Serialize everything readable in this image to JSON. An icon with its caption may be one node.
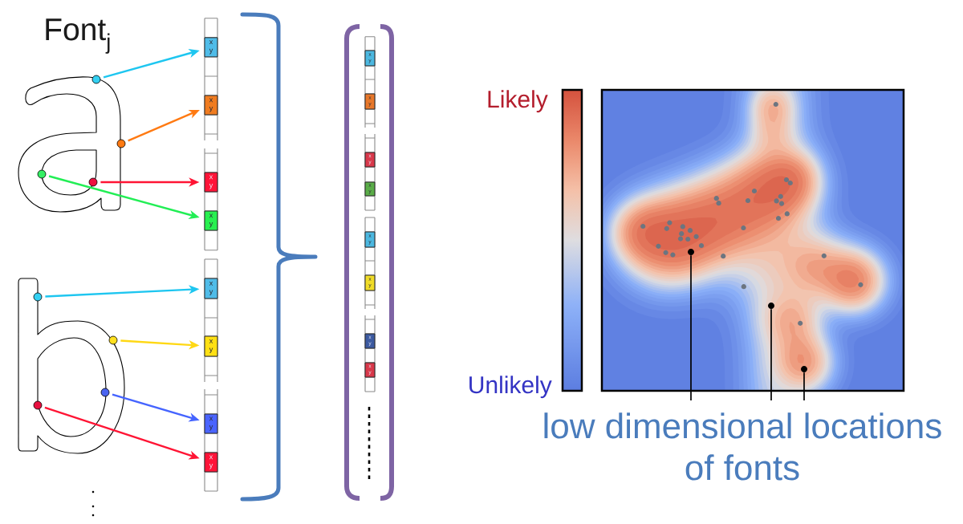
{
  "diagram": {
    "nodes": [
      {
        "text": [],
        "shape": "circle"
      },
      {
        "text": [],
        "shape": "circle"
      },
      {
        "text": [],
        "shape": "circle"
      },
      {
        "text": [],
        "shape": "circle"
      },
      {
        "text": [
          "x",
          "y"
        ]
      },
      {
        "text": [
          "x",
          "y"
        ]
      },
      {
        "text": [
          "x",
          "y"
        ]
      },
      {
        "text": [
          "x",
          "y"
        ]
      },
      {
        "text": [],
        "shape": "circle"
      },
      {
        "text": [],
        "shape": "circle"
      },
      {
        "text": [],
        "shape": "circle"
      },
      {
        "text": [],
        "shape": "circle"
      },
      {
        "text": [
          "x",
          "y"
        ]
      },
      {
        "text": [
          "x",
          "y"
        ]
      },
      {
        "text": [
          "x",
          "y"
        ]
      },
      {
        "text": [
          "x",
          "y"
        ]
      },
      {
        "text": [
          "x",
          "y"
        ]
      },
      {
        "text": [
          "x",
          "y"
        ]
      },
      {
        "text": [
          "x",
          "y"
        ]
      },
      {
        "text": [
          "x",
          "y"
        ]
      },
      {
        "text": [
          "x",
          "y"
        ]
      },
      {
        "text": [
          "x",
          "y"
        ]
      },
      {
        "text": [
          "x",
          "y"
        ]
      },
      {
        "text": [
          "x",
          "y"
        ]
      },
      {
        "text": [],
        "shape": "circle"
      },
      {
        "text": [],
        "shape": "circle"
      },
      {
        "text": [],
        "shape": "circle"
      },
      {
        "text": [
          "low dimensional locations of fonts"
        ]
      }
    ],
    "edges": [
      {
        "from": 0,
        "to": 4,
        "arrow": "to",
        "color": "#1ec6f0"
      },
      {
        "from": 1,
        "to": 5,
        "arrow": "to",
        "color": "#ff7a12"
      },
      {
        "from": 3,
        "to": 6,
        "arrow": "to",
        "color": "#ff1434"
      },
      {
        "from": 2,
        "to": 7,
        "arrow": "to",
        "color": "#22ee55"
      },
      {
        "from": 8,
        "to": 12,
        "arrow": "to",
        "color": "#1ec6f0"
      },
      {
        "from": 9,
        "to": 13,
        "arrow": "to",
        "color": "#ffd814"
      },
      {
        "from": 10,
        "to": 14,
        "arrow": "to",
        "color": "#4564ff"
      },
      {
        "from": 11,
        "to": 15,
        "arrow": "to",
        "color": "#ff1434"
      },
      {
        "from": 27,
        "to": 24,
        "arrow": "none",
        "color": "#000000"
      },
      {
        "from": 27,
        "to": 25,
        "arrow": "none",
        "color": "#000000"
      },
      {
        "from": 27,
        "to": 26,
        "arrow": "none",
        "color": "#000000"
      }
    ],
    "labels": [
      "Font$_{j}$",
      "Likely",
      "Unlikely"
    ]
  }
}
